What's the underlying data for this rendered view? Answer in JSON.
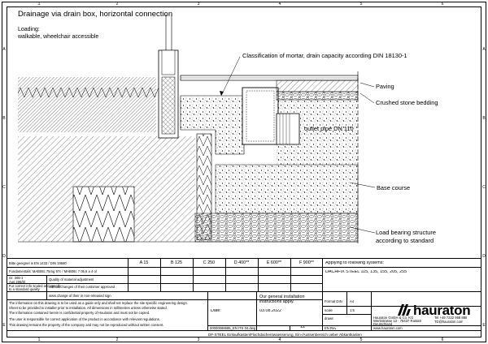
{
  "header": {
    "title": "Drainage via drain box, horizontal connection",
    "loading_label": "Loading:",
    "loading_value": "walkable, wheelchair accessible"
  },
  "annotations": {
    "mortar": "Classification of mortar, drain capacity according DIN 18130-1",
    "paving": "Paving",
    "crushed_stone": "Crushed stone bedding",
    "outlet_pipe": "outlet pipe DN 110",
    "base_course": "Base course",
    "load_bearing_1": "Load bearing structure",
    "load_bearing_2": "according to standard"
  },
  "grid": {
    "top_numbers": [
      "1",
      "2",
      "3",
      "4",
      "5",
      "6"
    ],
    "side_letters": [
      "A",
      "B",
      "C",
      "D",
      "E"
    ]
  },
  "title_block": {
    "suitability": "Bitte geeignet is EN 1433 / DIN 19580",
    "classes": [
      "A 15",
      "B 125",
      "C 250",
      "D 400**",
      "E 600**",
      "F 900**"
    ],
    "applies_to": "Applying to following systems:",
    "systems": "DACHFIX STEEL 115, 135, 155, 205, 255",
    "row2_left": "Fundamentals: MAB08c 75mg 97c / MAB08c 7 05,6 a 4 ol",
    "left_note_1": "Gr. 265-1",
    "left_note_2": "Aus 206/Dl",
    "left_note_3": "Fur correct info scaled and specify",
    "left_note_4": "to a standard quality",
    "mid_note_1": "Quality of material adjustment",
    "mid_note_2": "without changes of their customer approved",
    "mid_note_3": "www.change of their in non-released sign",
    "general_installation": "Our general installation instructions apply.",
    "date_label": "Date:",
    "date_value": "03.08.2022",
    "drawing_number": "00000069585_EN ITS 04.dwg",
    "sheet_number": "12",
    "sheet_code": "EN Rev",
    "format_label": "Format DIN",
    "format_value": "A4",
    "scale_label": "scale",
    "scale_value": "1:5",
    "drawn_label": "drawn",
    "brand": "hauraton",
    "address_1": "Hauraton GmbH & Co. KG",
    "address_2": "Werkstrasse 13 · 76437 Rastatt",
    "address_3": "Deutschland",
    "address_4": "www.hauraton.com",
    "contact_1": "Tel +49 7222 958 888",
    "contact_2": "TD@hauraton.com",
    "footer_caption": "DF-STEEL Einlaufkasten/Flachdachentwaesserung, Ein-/Aussenbereich ueber Abkantkasten",
    "disclaimer_1": "The information on this drawing is to be used as a guide only and shall not replace the site specific engineering design.",
    "disclaimer_2": "Sheet to be provided to installer prior to installation. All dimensions in millimetres unless otherwise stated.",
    "disclaimer_3": "The information contained herein is confidential property of Hauraton and must not be copied.",
    "disclaimer_4": "The user is responsible for correct application of the product in accordance with relevant regulations.",
    "disclaimer_5": "This drawing remains the property of the company and may not be reproduced without written consent."
  }
}
